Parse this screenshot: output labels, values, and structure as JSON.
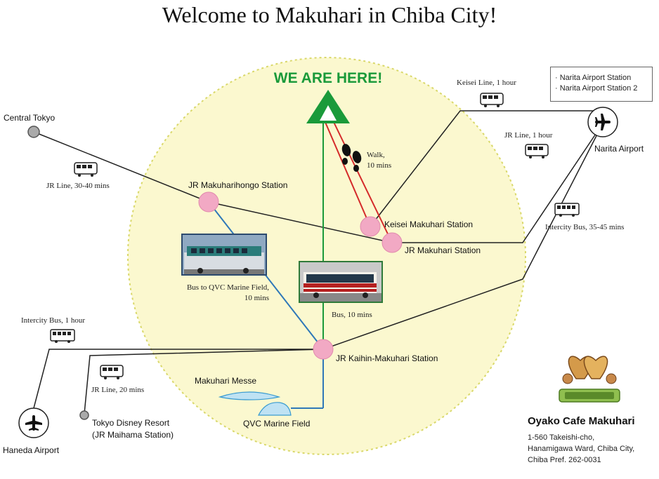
{
  "title": "Welcome to Makuhari in Chiba City!",
  "marker": {
    "label": "WE ARE HERE!",
    "color": "#1a9a3a"
  },
  "stations": {
    "central_tokyo": "Central Tokyo",
    "makuharihongo": "JR Makuharihongo Station",
    "keisei_makuhari": "Keisei Makuhari Station",
    "jr_makuhari": "JR Makuhari Station",
    "kaihin_makuhari": "JR Kaihin-Makuhari Station",
    "narita_airport": "Narita Airport",
    "haneda_airport": "Haneda Airport",
    "tokyo_disney_1": "Tokyo Disney Resort",
    "tokyo_disney_2": "(JR Maihama Station)",
    "makuhari_messe": "Makuhari Messe",
    "qvc_marine_field": "QVC Marine Field"
  },
  "routes": {
    "keisei_line": "Keisei Line, 1 hour",
    "jr_line_narita": "JR Line, 1 hour",
    "jr_line_tokyo": "JR Line, 30-40 mins",
    "walk_1": "Walk,",
    "walk_2": "10 mins",
    "intercity_narita": "Intercity Bus, 35-45 mins",
    "bus_qvc_1": "Bus to QVC Marine Field,",
    "bus_qvc_2": "10 mins",
    "bus_10": "Bus, 10 mins",
    "intercity_haneda": "Intercity Bus, 1 hour",
    "jr_line_disney": "JR Line, 20 mins"
  },
  "legend": {
    "items": [
      "Narita Airport Station",
      "Narita Airport Station 2"
    ]
  },
  "cafe": {
    "name": "Oyako Cafe Makuhari",
    "address_1": "1-560 Takeishi-cho,",
    "address_2": "Hanamigawa Ward, Chiba City,",
    "address_3": "Chiba Pref.  262-0031"
  },
  "colors": {
    "zone_fill": "#fbf8cf",
    "zone_border": "#d9d86a",
    "station_pink": "#f2a9c4",
    "line_black": "#222222",
    "line_green": "#1a9a3a",
    "line_blue": "#2f78b8",
    "line_red": "#d42a2a"
  }
}
